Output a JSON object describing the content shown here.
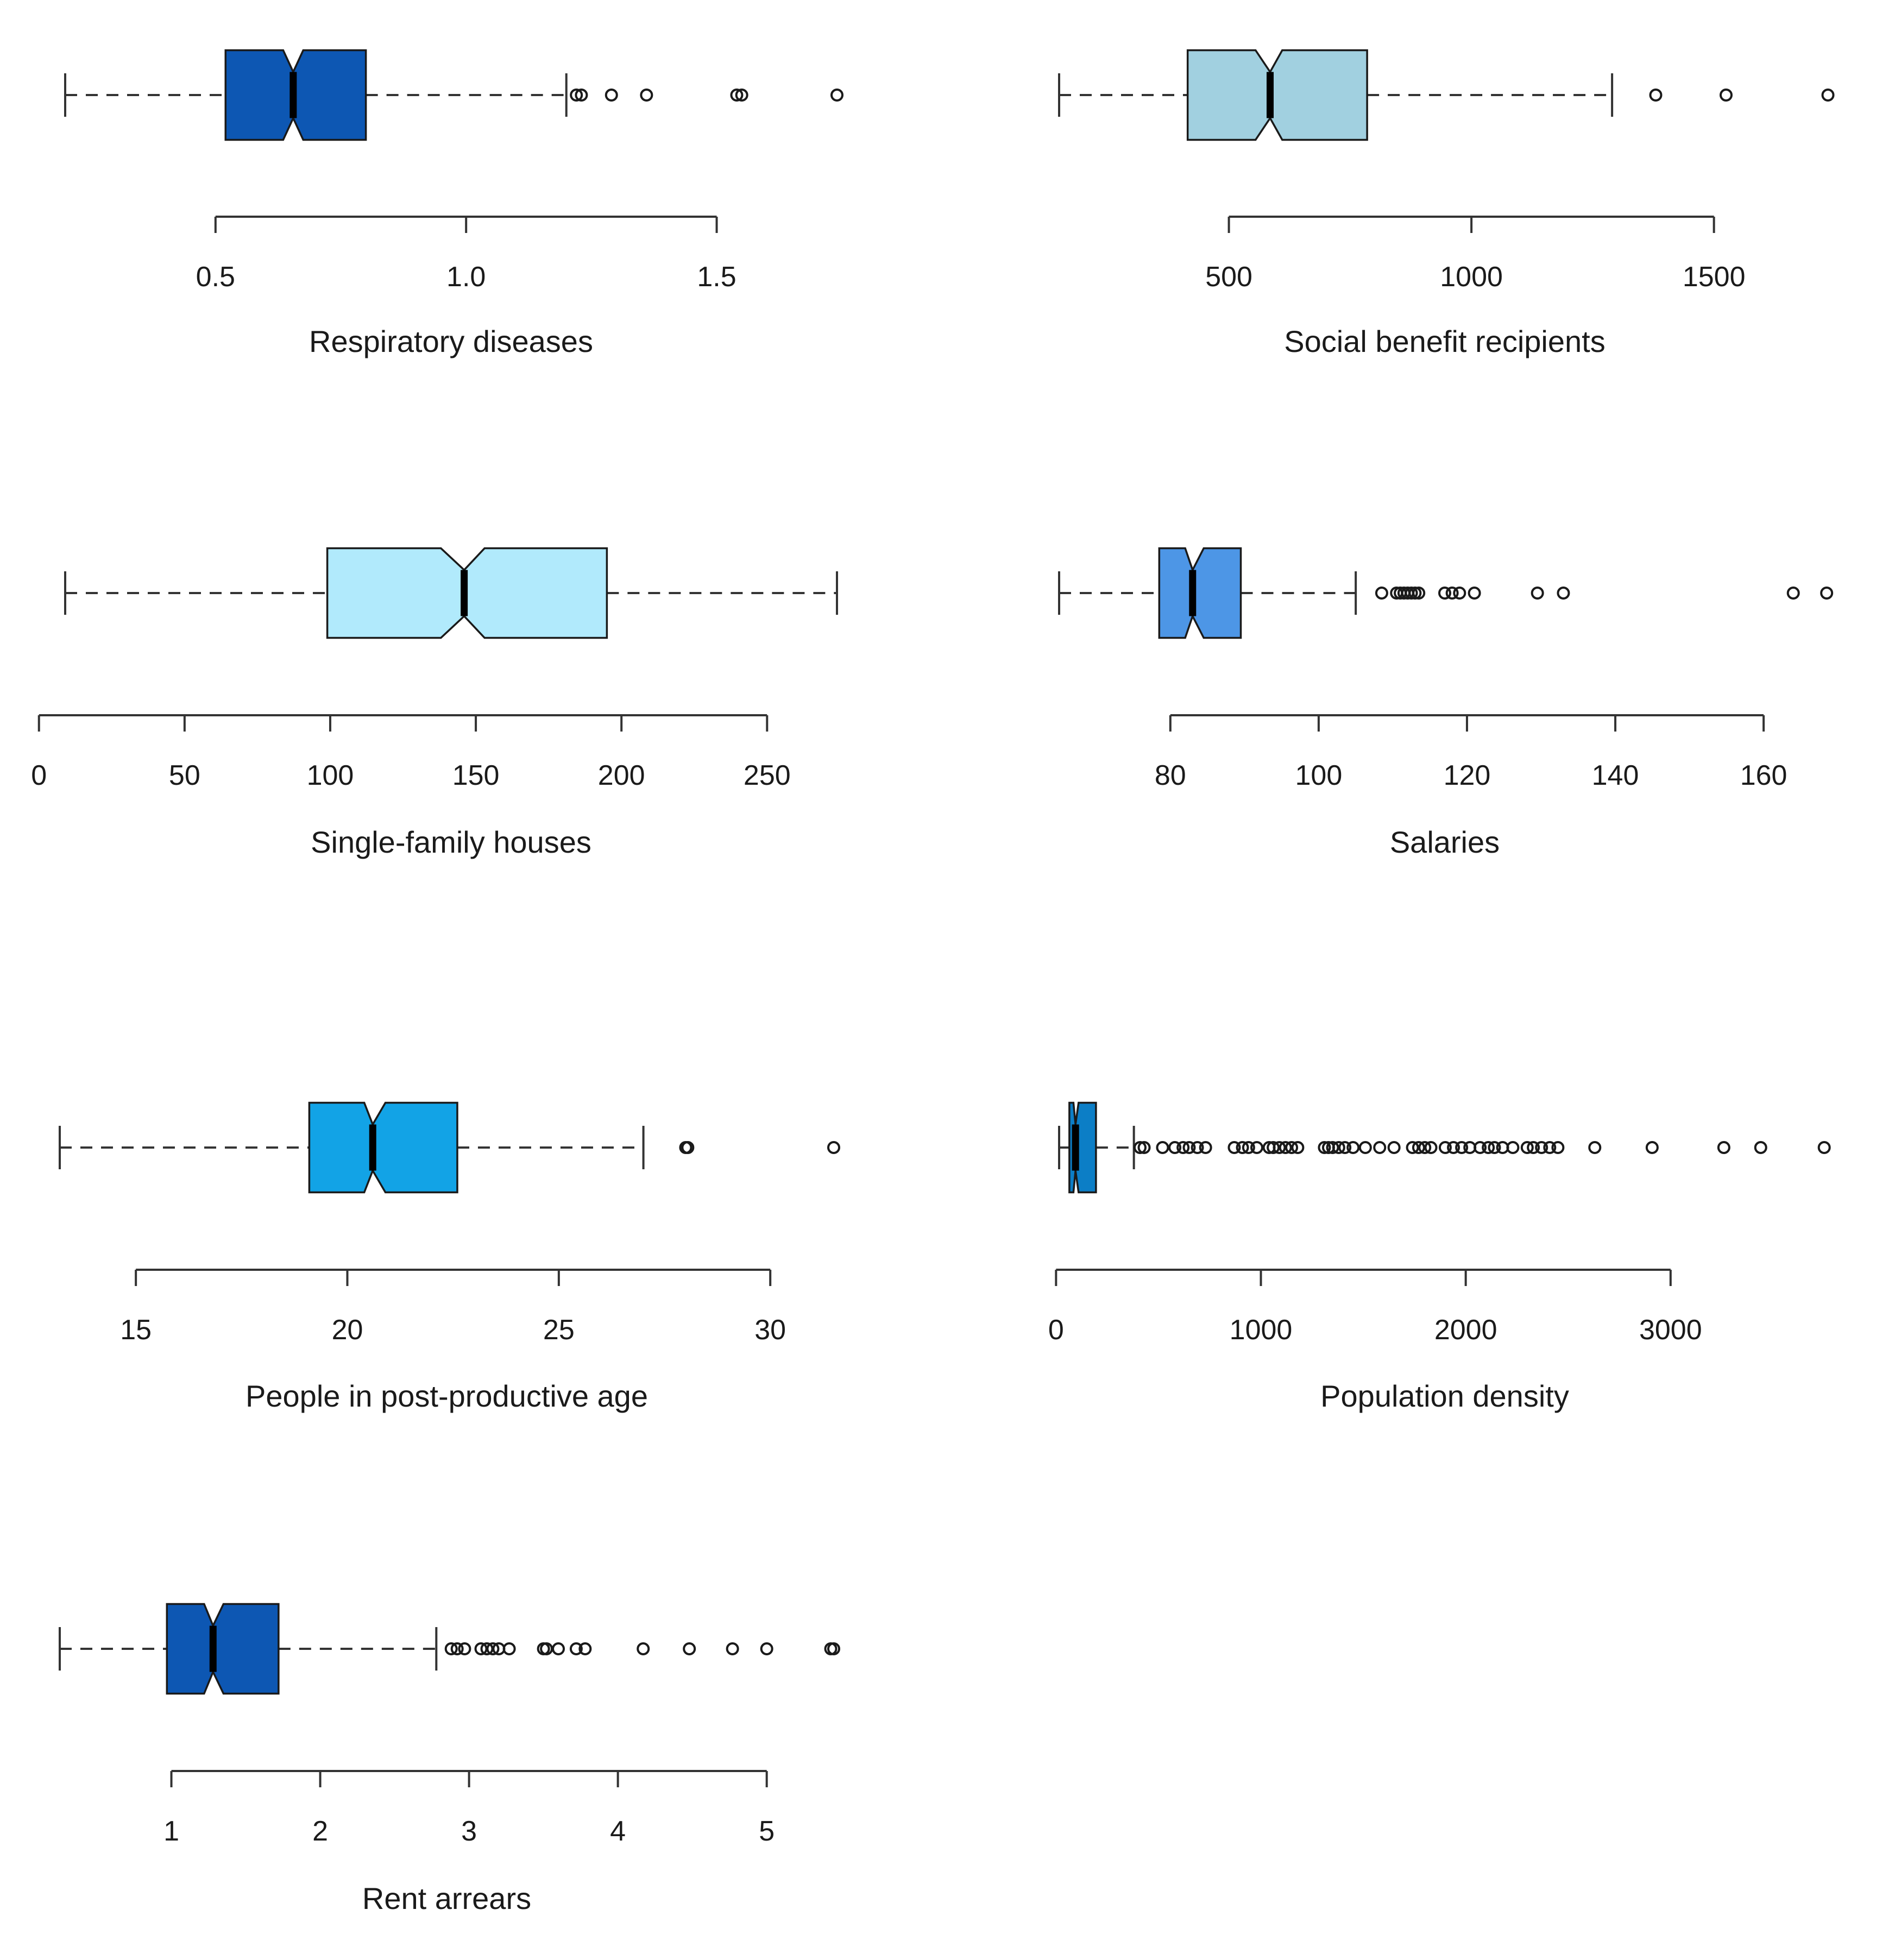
{
  "chart_data": [
    {
      "type": "boxplot",
      "xlabel": "Respiratory diseases",
      "xlim": [
        0.2,
        1.74
      ],
      "ticks": [
        0.5,
        1.0,
        1.5
      ],
      "tick_labels": [
        "0.5",
        "1.0",
        "1.5"
      ],
      "color": "#0D57B3",
      "notch": true,
      "stats": {
        "whisker_low": 0.2,
        "q1": 0.52,
        "median": 0.655,
        "q3": 0.8,
        "whisker_high": 1.2,
        "notch_low": 0.635,
        "notch_high": 0.675
      },
      "outliers": [
        1.22,
        1.23,
        1.29,
        1.36,
        1.54,
        1.55,
        1.74
      ]
    },
    {
      "type": "boxplot",
      "xlabel": "Social benefit recipients",
      "xlim": [
        150,
        1740
      ],
      "ticks": [
        500,
        1000,
        1500
      ],
      "tick_labels": [
        "500",
        "1000",
        "1500"
      ],
      "color": "#A1D0E0",
      "notch": true,
      "stats": {
        "whisker_low": 150,
        "q1": 415,
        "median": 585,
        "q3": 785,
        "whisker_high": 1290,
        "notch_low": 555,
        "notch_high": 610
      },
      "outliers": [
        1380,
        1525,
        1735
      ]
    },
    {
      "type": "boxplot",
      "xlabel": "Single-family houses",
      "xlim": [
        9,
        274
      ],
      "ticks": [
        0,
        50,
        100,
        150,
        200,
        250
      ],
      "tick_labels": [
        "0",
        "50",
        "100",
        "150",
        "200",
        "250"
      ],
      "color": "#B1EAFC",
      "notch": true,
      "stats": {
        "whisker_low": 9,
        "q1": 99,
        "median": 146,
        "q3": 195,
        "whisker_high": 274,
        "notch_low": 138,
        "notch_high": 153
      },
      "outliers": []
    },
    {
      "type": "boxplot",
      "xlabel": "Salaries",
      "xlim": [
        65,
        169
      ],
      "ticks": [
        80,
        100,
        120,
        140,
        160
      ],
      "tick_labels": [
        "80",
        "100",
        "120",
        "140",
        "160"
      ],
      "color": "#4D96E6",
      "notch": true,
      "stats": {
        "whisker_low": 65,
        "q1": 78.5,
        "median": 83,
        "q3": 89.5,
        "whisker_high": 105,
        "notch_low": 82,
        "notch_high": 84.5
      },
      "outliers": [
        108.5,
        110.5,
        111,
        111.5,
        112,
        112.5,
        113,
        113.5,
        117,
        118,
        119,
        121,
        129.5,
        133,
        164,
        168.5
      ]
    },
    {
      "type": "boxplot",
      "xlabel": "People in post-productive age",
      "xlim": [
        13.2,
        31.5
      ],
      "ticks": [
        15,
        20,
        25,
        30
      ],
      "tick_labels": [
        "15",
        "20",
        "25",
        "30"
      ],
      "color": "#12A3E6",
      "notch": true,
      "stats": {
        "whisker_low": 13.2,
        "q1": 19.1,
        "median": 20.6,
        "q3": 22.6,
        "whisker_high": 27.0,
        "notch_low": 20.4,
        "notch_high": 20.9
      },
      "outliers": [
        28.0,
        28.05,
        31.5
      ]
    },
    {
      "type": "boxplot",
      "xlabel": "Population density",
      "xlim": [
        15,
        3780
      ],
      "ticks": [
        0,
        1000,
        2000,
        3000
      ],
      "tick_labels": [
        "0",
        "1000",
        "2000",
        "3000"
      ],
      "color": "#0C7EC6",
      "notch": true,
      "stats": {
        "whisker_low": 15,
        "q1": 65,
        "median": 95,
        "q3": 195,
        "whisker_high": 380,
        "notch_low": 85,
        "notch_high": 110
      },
      "outliers": [
        410,
        430,
        520,
        580,
        620,
        650,
        690,
        730,
        870,
        910,
        940,
        980,
        1040,
        1060,
        1090,
        1120,
        1150,
        1180,
        1310,
        1330,
        1350,
        1380,
        1410,
        1450,
        1510,
        1580,
        1650,
        1740,
        1770,
        1800,
        1830,
        1900,
        1940,
        1980,
        2020,
        2070,
        2110,
        2140,
        2180,
        2230,
        2300,
        2330,
        2370,
        2410,
        2450,
        2630,
        2910,
        3260,
        3440,
        3750
      ]
    },
    {
      "type": "boxplot",
      "xlabel": "Rent arrears",
      "xlim": [
        0.25,
        5.45
      ],
      "ticks": [
        1,
        2,
        3,
        4,
        5
      ],
      "tick_labels": [
        "1",
        "2",
        "3",
        "4",
        "5"
      ],
      "color": "#0D57B3",
      "notch": true,
      "stats": {
        "whisker_low": 0.25,
        "q1": 0.97,
        "median": 1.28,
        "q3": 1.72,
        "whisker_high": 2.78,
        "notch_low": 1.22,
        "notch_high": 1.35
      },
      "outliers": [
        2.88,
        2.92,
        2.97,
        3.08,
        3.12,
        3.16,
        3.2,
        3.27,
        3.5,
        3.52,
        3.6,
        3.72,
        3.78,
        4.17,
        4.48,
        4.77,
        5.0,
        5.43,
        5.45
      ]
    }
  ]
}
